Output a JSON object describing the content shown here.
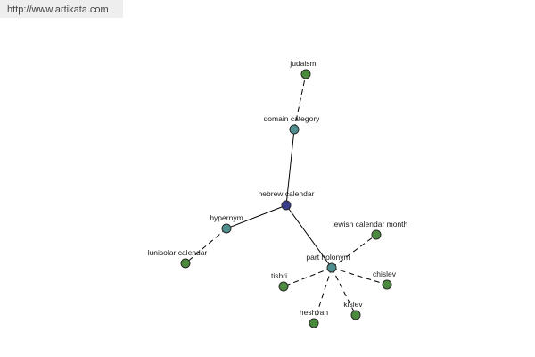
{
  "source": {
    "url": "http://www.artikata.com"
  },
  "graph": {
    "colors": {
      "center": "#3a3d8c",
      "relation": "#4f8f8f",
      "leaf": "#4a8a3c"
    },
    "nodes": [
      {
        "id": "hebrew-calendar",
        "label": "hebrew calendar",
        "kind": "center"
      },
      {
        "id": "domain-category",
        "label": "domain category",
        "kind": "relation"
      },
      {
        "id": "judaism",
        "label": "judaism",
        "kind": "leaf"
      },
      {
        "id": "hypernym",
        "label": "hypernym",
        "kind": "relation"
      },
      {
        "id": "lunisolar-calendar",
        "label": "lunisolar calendar",
        "kind": "leaf"
      },
      {
        "id": "part-holonym",
        "label": "part holonym",
        "kind": "relation"
      },
      {
        "id": "jewish-calendar-month",
        "label": "jewish calendar month",
        "kind": "leaf"
      },
      {
        "id": "chislev",
        "label": "chislev",
        "kind": "leaf"
      },
      {
        "id": "kislev",
        "label": "kislev",
        "kind": "leaf"
      },
      {
        "id": "heshvan",
        "label": "heshvan",
        "kind": "leaf"
      },
      {
        "id": "tishri",
        "label": "tishri",
        "kind": "leaf"
      }
    ],
    "edges": [
      {
        "from": "hebrew-calendar",
        "to": "domain-category",
        "style": "solid"
      },
      {
        "from": "domain-category",
        "to": "judaism",
        "style": "dashed"
      },
      {
        "from": "hebrew-calendar",
        "to": "hypernym",
        "style": "solid"
      },
      {
        "from": "hypernym",
        "to": "lunisolar-calendar",
        "style": "dashed"
      },
      {
        "from": "hebrew-calendar",
        "to": "part-holonym",
        "style": "solid"
      },
      {
        "from": "part-holonym",
        "to": "jewish-calendar-month",
        "style": "dashed"
      },
      {
        "from": "part-holonym",
        "to": "chislev",
        "style": "dashed"
      },
      {
        "from": "part-holonym",
        "to": "kislev",
        "style": "dashed"
      },
      {
        "from": "part-holonym",
        "to": "heshvan",
        "style": "dashed"
      },
      {
        "from": "part-holonym",
        "to": "tishri",
        "style": "dashed"
      }
    ]
  }
}
